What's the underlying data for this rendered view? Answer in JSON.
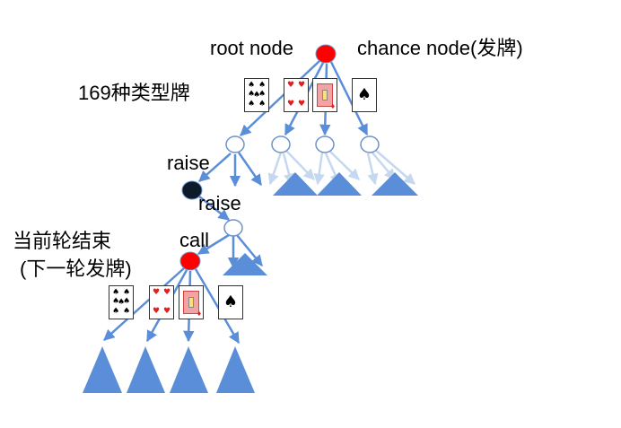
{
  "labels": {
    "root_node": "root node",
    "chance_node": "chance node(发牌)",
    "hand_types": "169种类型牌",
    "raise_1": "raise",
    "raise_2": "raise",
    "call": "call",
    "round_end_line1": "当前轮结束",
    "round_end_line2": "(下一轮发牌)"
  },
  "colors": {
    "edge": "#5b8ed8",
    "edge_faded": "#c5d8f0",
    "triangle": "#5b8ed8",
    "chance_node": "#ff0000",
    "player_node": "#0d1a2b",
    "open_node_stroke": "#6f93c9",
    "card_red": "#e02020",
    "card_black": "#000000"
  },
  "icons": [
    "spade-nine-card-icon",
    "heart-card-icon",
    "diamond-face-card-icon",
    "spade-ace-card-icon"
  ]
}
